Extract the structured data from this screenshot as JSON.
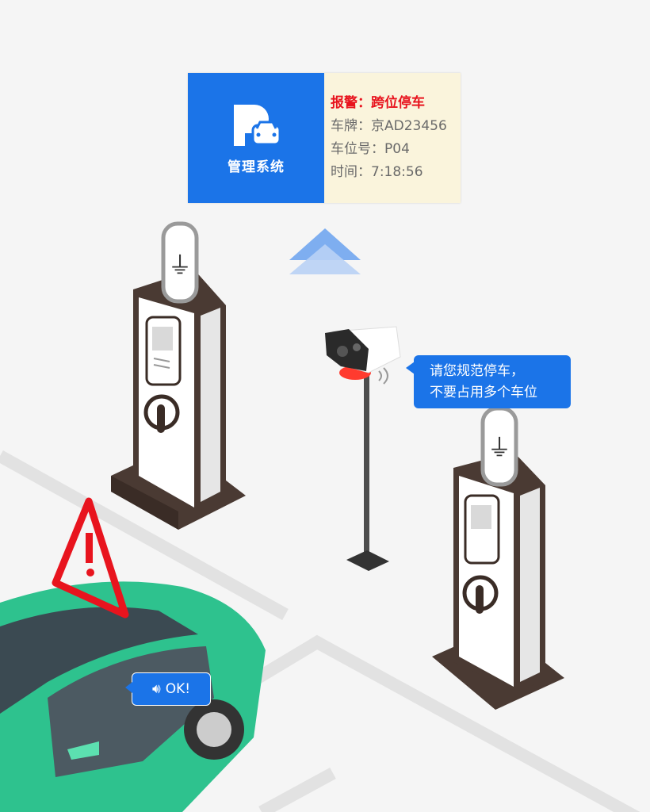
{
  "panel": {
    "system_label": "管理系统",
    "alarm": "报警：跨位停车",
    "plate": "车牌：京AD23456",
    "spot": "车位号：P04",
    "time": "时间：7:18:56"
  },
  "camera_bubble": {
    "line1": "请您规范停车，",
    "line2": "不要占用多个车位"
  },
  "car_bubble": {
    "label": "OK!"
  },
  "colors": {
    "brand_blue": "#1b74e8",
    "alarm_red": "#e8141e",
    "car_green": "#2ec28e",
    "panel_bg": "#faf4dc"
  }
}
